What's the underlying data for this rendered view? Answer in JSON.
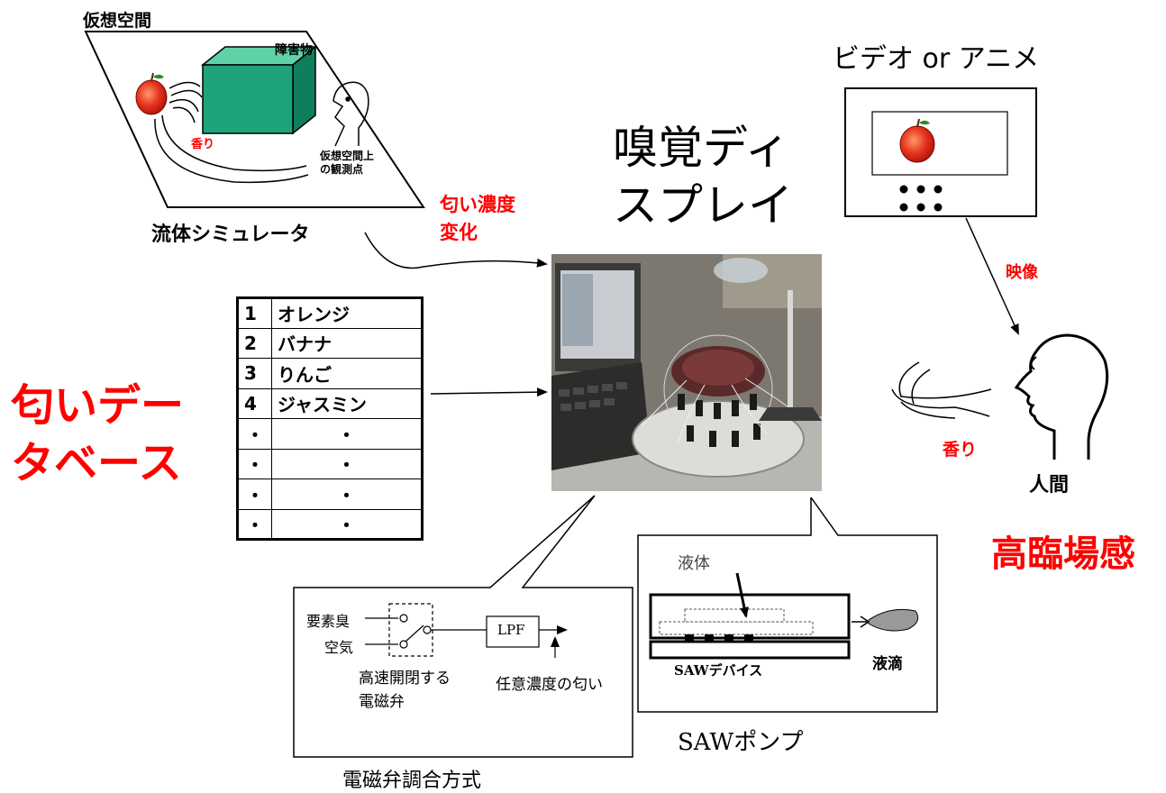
{
  "virtual_space": {
    "title": "仮想空間",
    "obstacle": "障害物",
    "scent": "香り",
    "observation_point": [
      "仮想空間上",
      "の観測点"
    ],
    "simulator": "流体シミュレータ"
  },
  "concentration_change": [
    "匂い濃度",
    "変化"
  ],
  "display_title": [
    "嗅覚ディ",
    "スプレイ"
  ],
  "video": {
    "title": "ビデオ or アニメ",
    "arrow_label": "映像"
  },
  "database": {
    "title": [
      "匂いデー",
      "タベース"
    ],
    "rows": [
      {
        "num": "1",
        "name": "オレンジ"
      },
      {
        "num": "2",
        "name": "バナナ"
      },
      {
        "num": "3",
        "name": "りんご"
      },
      {
        "num": "4",
        "name": "ジャスミン"
      },
      {
        "num": "・",
        "name": "・"
      },
      {
        "num": "・",
        "name": "・"
      },
      {
        "num": "・",
        "name": "・"
      },
      {
        "num": "・",
        "name": "・"
      }
    ]
  },
  "human": {
    "scent": "香り",
    "label": "人間",
    "presence": "高臨場感"
  },
  "valve": {
    "element_odor": "要素臭",
    "air": "空気",
    "lpf": "LPF",
    "valve_label": [
      "高速開閉する",
      "電磁弁"
    ],
    "output": "任意濃度の匂い",
    "caption": "電磁弁調合方式"
  },
  "saw": {
    "liquid": "液体",
    "device": "SAWデバイス",
    "droplet": "液滴",
    "caption": "SAWポンプ"
  },
  "colors": {
    "accent_red": "#ff0000",
    "obstacle_green": "#1fa37a",
    "apple_red": "#e8321e"
  }
}
